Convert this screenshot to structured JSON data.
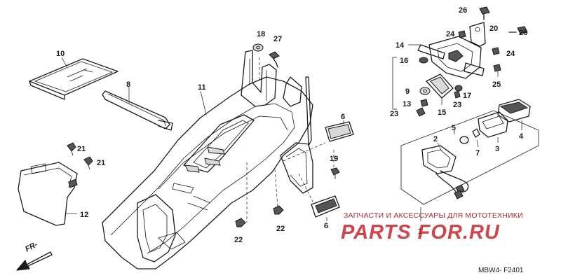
{
  "diagram": {
    "code": "MBW4- F2401",
    "front_arrow_label": "FR-",
    "labels": {
      "p1": "1",
      "p2": "2",
      "p3": "3",
      "p4": "4",
      "p5": "5",
      "p6a": "6",
      "p6b": "6",
      "p7": "7",
      "p8": "8",
      "p9": "9",
      "p10": "10",
      "p11": "11",
      "p12": "12",
      "p13": "13",
      "p14": "14",
      "p15": "15",
      "p16": "16",
      "p17": "17",
      "p18": "18",
      "p19": "19",
      "p20": "20",
      "p21a": "21",
      "p21b": "21",
      "p22a": "22",
      "p22b": "22",
      "p23a": "23",
      "p23b": "23",
      "p24a": "24",
      "p24b": "24",
      "p25": "25",
      "p26a": "26",
      "p26b": "26",
      "p27": "27"
    }
  },
  "watermark": {
    "tagline": "ЗАПЧАСТИ И АКСЕССУАРЫ ДЛЯ МОТОТЕХНИКИ",
    "logo": "PARTS FOR.RU"
  }
}
